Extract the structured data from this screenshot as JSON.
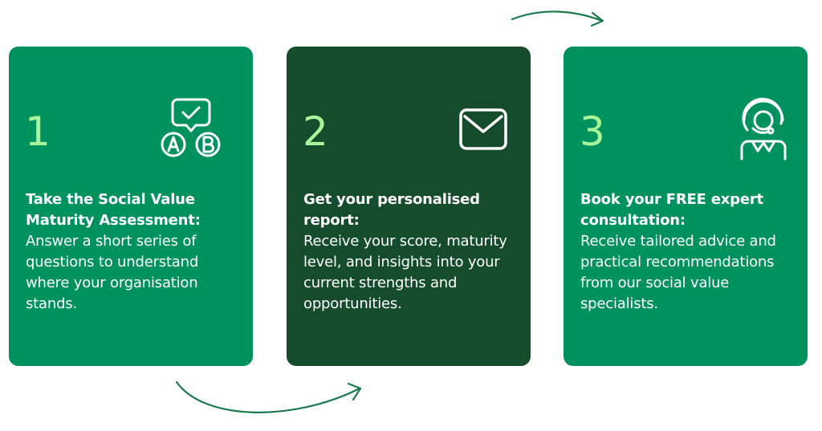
{
  "steps": [
    {
      "number": "1",
      "icon": "ab-choice-checkmark-icon",
      "title": "Take the Social Value Maturity Assessment:",
      "body": "Answer a short series of questions to understand where your organisation stands."
    },
    {
      "number": "2",
      "icon": "envelope-icon",
      "title": "Get your personalised report:",
      "body": "Receive your score, maturity level, and insights into your current strengths and opportunities."
    },
    {
      "number": "3",
      "icon": "headset-consultant-icon",
      "title": "Book your FREE expert consultation:",
      "body": "Receive tailored advice and practical recommendations from our social value specialists."
    }
  ],
  "colors": {
    "card_green": "#00925e",
    "card_dark_green": "#154d2c",
    "number_accent": "#a8f59a",
    "arrow": "#1a7a4c",
    "text": "#ffffff"
  }
}
